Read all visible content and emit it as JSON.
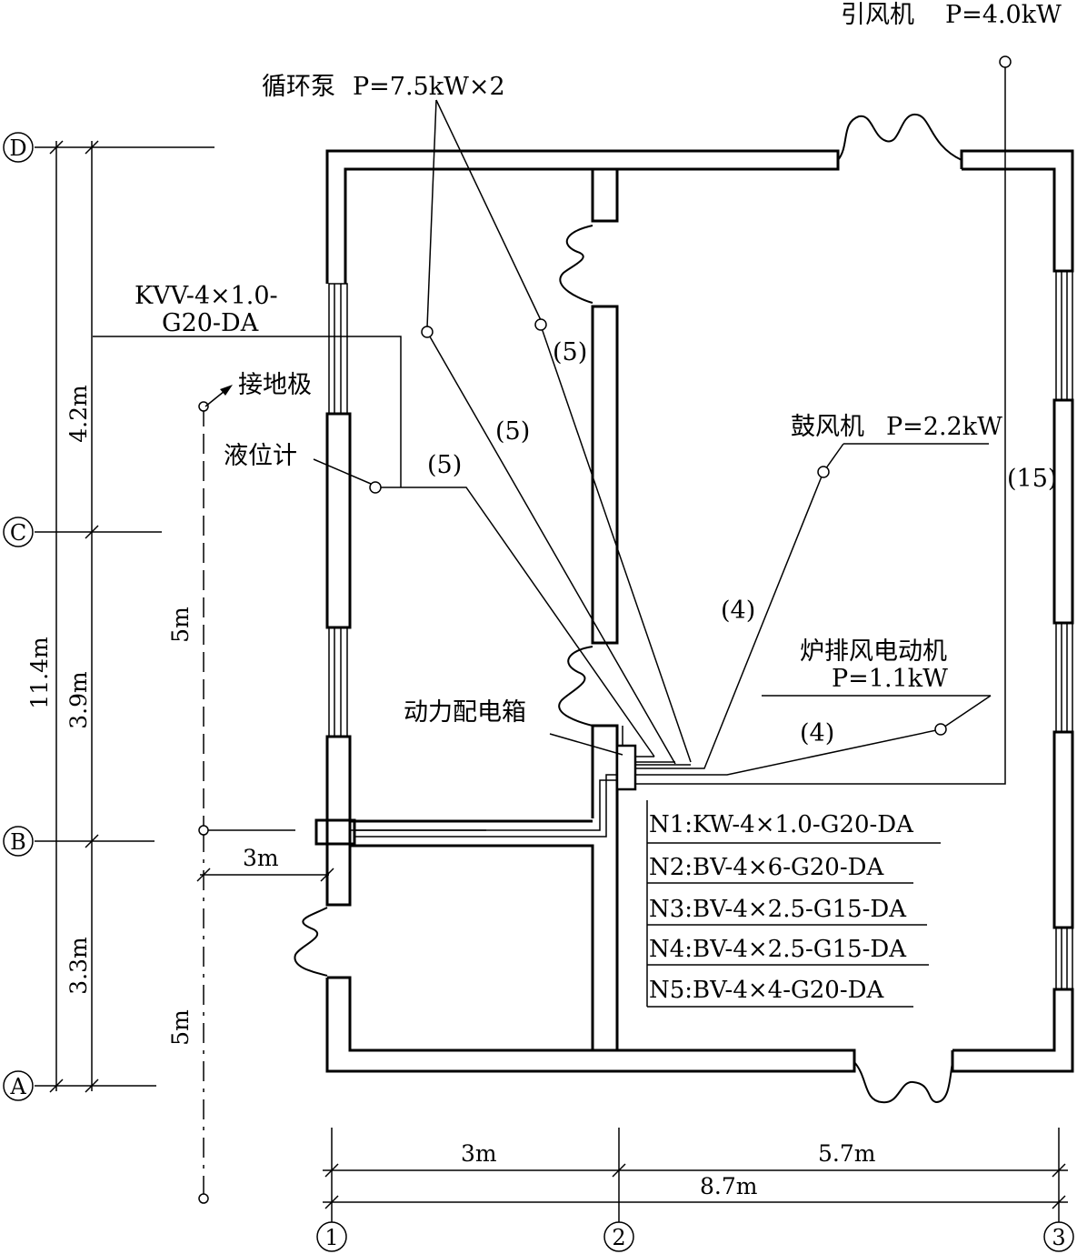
{
  "labels": {
    "fan_induced": "引风机",
    "fan_induced_power": "P=4.0kW",
    "pump": "循环泵",
    "pump_power": "P=7.5kW×2",
    "kvv_line1": "KVV-4×1.0-",
    "kvv_line2": "G20-DA",
    "ground": "接地极",
    "level_meter": "液位计",
    "blower": "鼓风机",
    "blower_power": "P=2.2kW",
    "grate_fan": "炉排风电动机",
    "grate_fan_power": "P=1.1kW",
    "power_box": "动力配电箱"
  },
  "circuit_counts": {
    "c5a": "(5)",
    "c5b": "(5)",
    "c5c": "(5)",
    "c4a": "(4)",
    "c4b": "(4)",
    "c15": "(15)"
  },
  "legend": [
    "N1:KW-4×1.0-G20-DA",
    "N2:BV-4×6-G20-DA",
    "N3:BV-4×2.5-G15-DA",
    "N4:BV-4×2.5-G15-DA",
    "N5:BV-4×4-G20-DA"
  ],
  "dimensions": {
    "v_4_2": "4.2m",
    "v_3_9": "3.9m",
    "v_3_3": "3.3m",
    "v_11_4": "11.4m",
    "ground_5a": "5m",
    "ground_5b": "5m",
    "ground_3": "3m",
    "h_3": "3m",
    "h_5_7": "5.7m",
    "h_8_7": "8.7m"
  },
  "axes": {
    "rows": [
      "D",
      "C",
      "B",
      "A"
    ],
    "cols": [
      "1",
      "2",
      "3"
    ]
  }
}
